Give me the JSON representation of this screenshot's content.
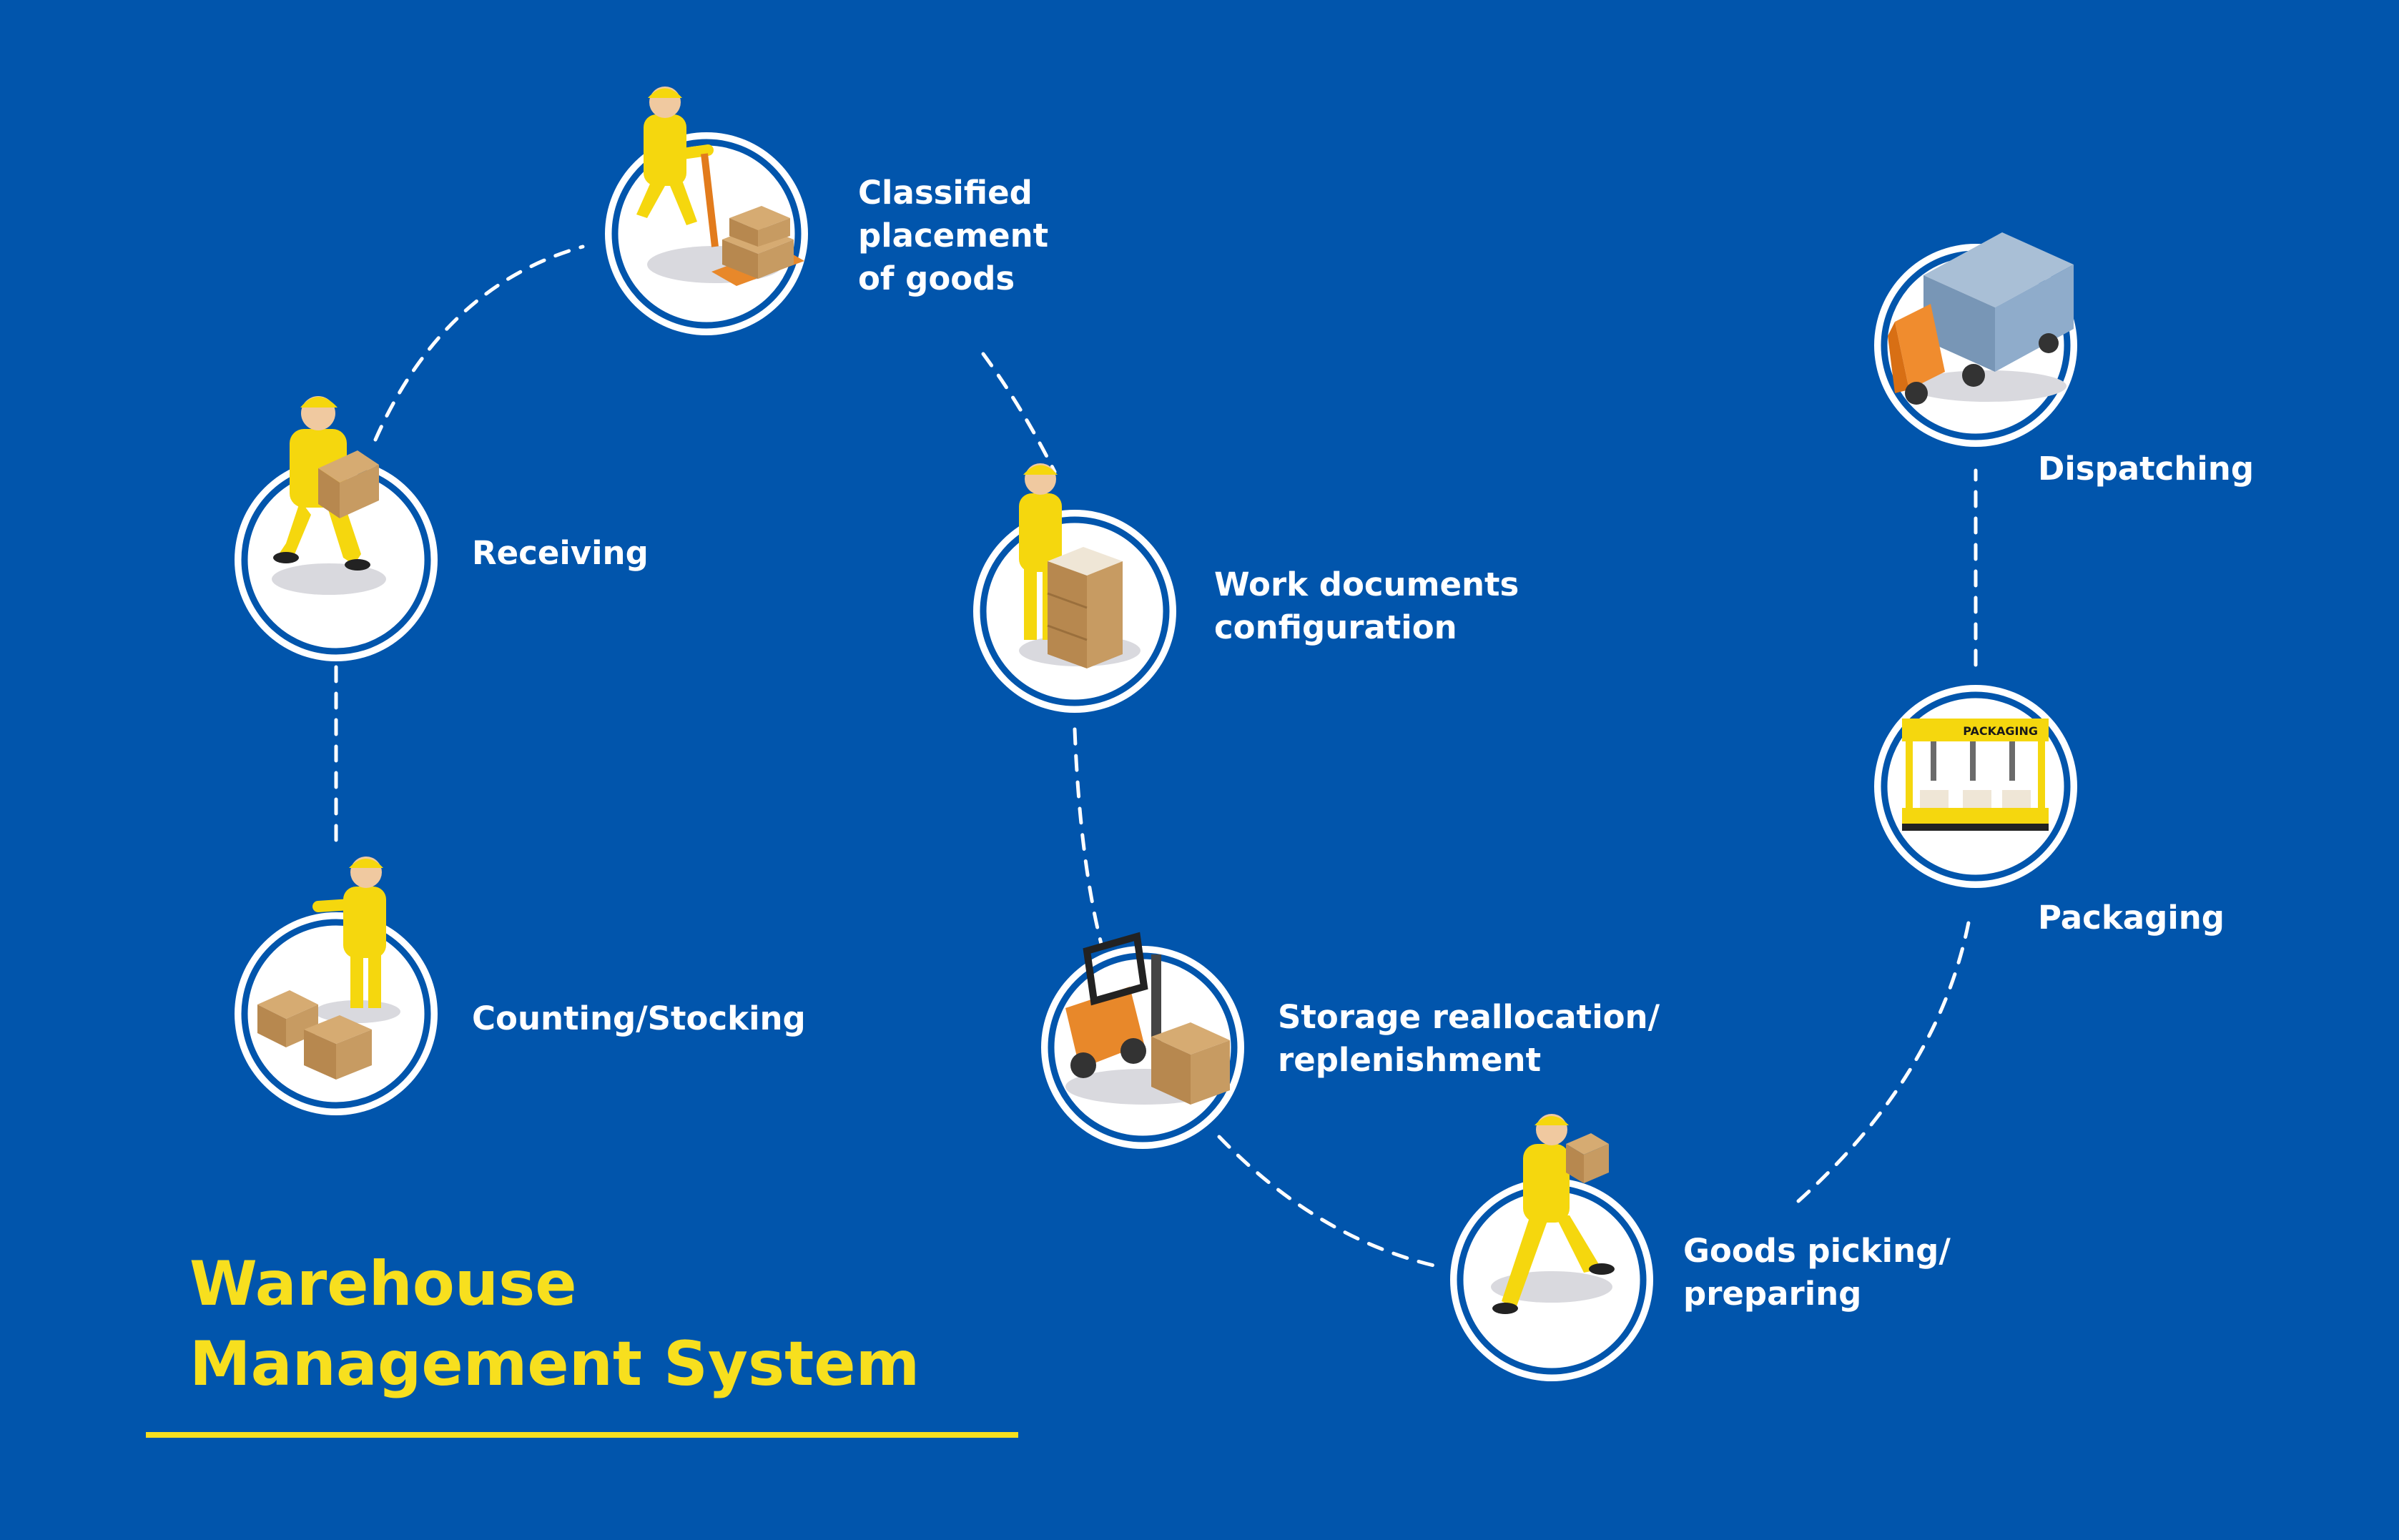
{
  "title": "Warehouse\nManagement System",
  "colors": {
    "background": "#0155ac",
    "accent": "#f7df1e",
    "worker": "#f5d70e",
    "box": "#c79b62",
    "ring": "#ffffff"
  },
  "steps": [
    {
      "id": "receiving",
      "label": "Receiving",
      "icon": "worker-carrying-box-icon"
    },
    {
      "id": "classified",
      "label": "Classified\nplacement\nof goods",
      "icon": "pallet-jack-worker-icon"
    },
    {
      "id": "workdocs",
      "label": "Work documents\nconfiguration",
      "icon": "worker-with-box-stack-icon"
    },
    {
      "id": "storage",
      "label": "Storage reallocation/\nreplenishment",
      "icon": "forklift-icon"
    },
    {
      "id": "picking",
      "label": "Goods picking/\npreparing",
      "icon": "worker-walking-with-box-icon"
    },
    {
      "id": "packaging",
      "label": "Packaging",
      "icon": "packaging-machine-icon",
      "machine_text": "PACKAGING"
    },
    {
      "id": "dispatching",
      "label": "Dispatching",
      "icon": "delivery-truck-icon"
    },
    {
      "id": "counting",
      "label": "Counting/Stocking",
      "icon": "worker-counting-boxes-icon"
    }
  ]
}
